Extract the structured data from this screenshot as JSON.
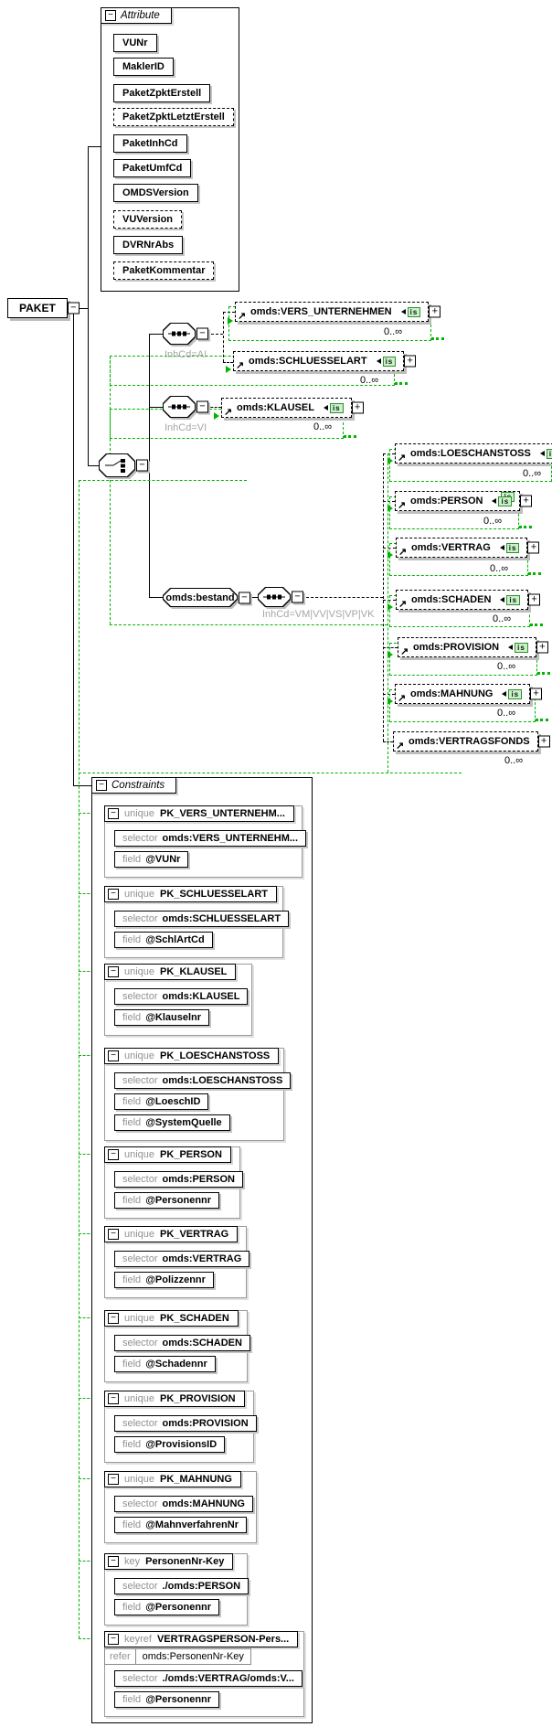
{
  "root": {
    "label": "PAKET"
  },
  "icons": {
    "collapse": "−",
    "expand": "+",
    "ref_arrow": "↗",
    "is_badge": "is"
  },
  "attribute_section": {
    "header": "Attribute",
    "items": [
      {
        "label": "VUNr"
      },
      {
        "label": "MaklerID"
      },
      {
        "label": "PaketZpktErstell"
      },
      {
        "label": "PaketZpktLetztErstell"
      },
      {
        "label": "PaketInhCd"
      },
      {
        "label": "PaketUmfCd"
      },
      {
        "label": "OMDSVersion"
      },
      {
        "label": "VUVersion"
      },
      {
        "label": "DVRNrAbs"
      },
      {
        "label": "PaketKommentar"
      }
    ]
  },
  "connectors": {
    "seq_ai_label": "InhCd=AI",
    "seq_vi_label": "InhCd=VI",
    "seq_bestand_label": "InhCd=VM|VV|VS|VP|VK"
  },
  "elements": {
    "bestand": {
      "label": "omds:bestand"
    },
    "vers_unternehmen": {
      "label": "omds:VERS_UNTERNEHMEN",
      "occurs": "0..∞"
    },
    "schluesselart": {
      "label": "omds:SCHLUESSELART",
      "occurs": "0..∞"
    },
    "klausel": {
      "label": "omds:KLAUSEL",
      "occurs": "0..∞"
    },
    "loeschanstoss": {
      "label": "omds:LOESCHANSTOSS",
      "occurs": "0..∞"
    },
    "person": {
      "label": "omds:PERSON",
      "occurs": "0..∞"
    },
    "vertrag": {
      "label": "omds:VERTRAG",
      "occurs": "0..∞"
    },
    "schaden": {
      "label": "omds:SCHADEN",
      "occurs": "0..∞"
    },
    "provision": {
      "label": "omds:PROVISION",
      "occurs": "0..∞"
    },
    "mahnung": {
      "label": "omds:MAHNUNG",
      "occurs": "0..∞"
    },
    "vertragsfonds": {
      "label": "omds:VERTRAGSFONDS",
      "occurs": "0..∞"
    }
  },
  "keywords": {
    "unique": "unique",
    "key": "key",
    "keyref": "keyref",
    "selector": "selector",
    "field": "field",
    "refer": "refer"
  },
  "constraints_section": {
    "header": "Constraints",
    "items": [
      {
        "kind": "unique",
        "name": "PK_VERS_UNTERNEHM...",
        "selector": "omds:VERS_UNTERNEHM...",
        "fields": [
          "@VUNr"
        ]
      },
      {
        "kind": "unique",
        "name": "PK_SCHLUESSELART",
        "selector": "omds:SCHLUESSELART",
        "fields": [
          "@SchlArtCd"
        ]
      },
      {
        "kind": "unique",
        "name": "PK_KLAUSEL",
        "selector": "omds:KLAUSEL",
        "fields": [
          "@Klauselnr"
        ]
      },
      {
        "kind": "unique",
        "name": "PK_LOESCHANSTOSS",
        "selector": "omds:LOESCHANSTOSS",
        "fields": [
          "@LoeschID",
          "@SystemQuelle"
        ]
      },
      {
        "kind": "unique",
        "name": "PK_PERSON",
        "selector": "omds:PERSON",
        "fields": [
          "@Personennr"
        ]
      },
      {
        "kind": "unique",
        "name": "PK_VERTRAG",
        "selector": "omds:VERTRAG",
        "fields": [
          "@Polizzennr"
        ]
      },
      {
        "kind": "unique",
        "name": "PK_SCHADEN",
        "selector": "omds:SCHADEN",
        "fields": [
          "@Schadennr"
        ]
      },
      {
        "kind": "unique",
        "name": "PK_PROVISION",
        "selector": "omds:PROVISION",
        "fields": [
          "@ProvisionsID"
        ]
      },
      {
        "kind": "unique",
        "name": "PK_MAHNUNG",
        "selector": "omds:MAHNUNG",
        "fields": [
          "@MahnverfahrenNr"
        ]
      },
      {
        "kind": "key",
        "name": "PersonenNr-Key",
        "selector": "./omds:PERSON",
        "fields": [
          "@Personennr"
        ]
      },
      {
        "kind": "keyref",
        "name": "VERTRAGSPERSON-Pers...",
        "refer": "omds:PersonenNr-Key",
        "selector": "./omds:VERTRAG/omds:V...",
        "fields": [
          "@Personennr"
        ]
      }
    ]
  }
}
